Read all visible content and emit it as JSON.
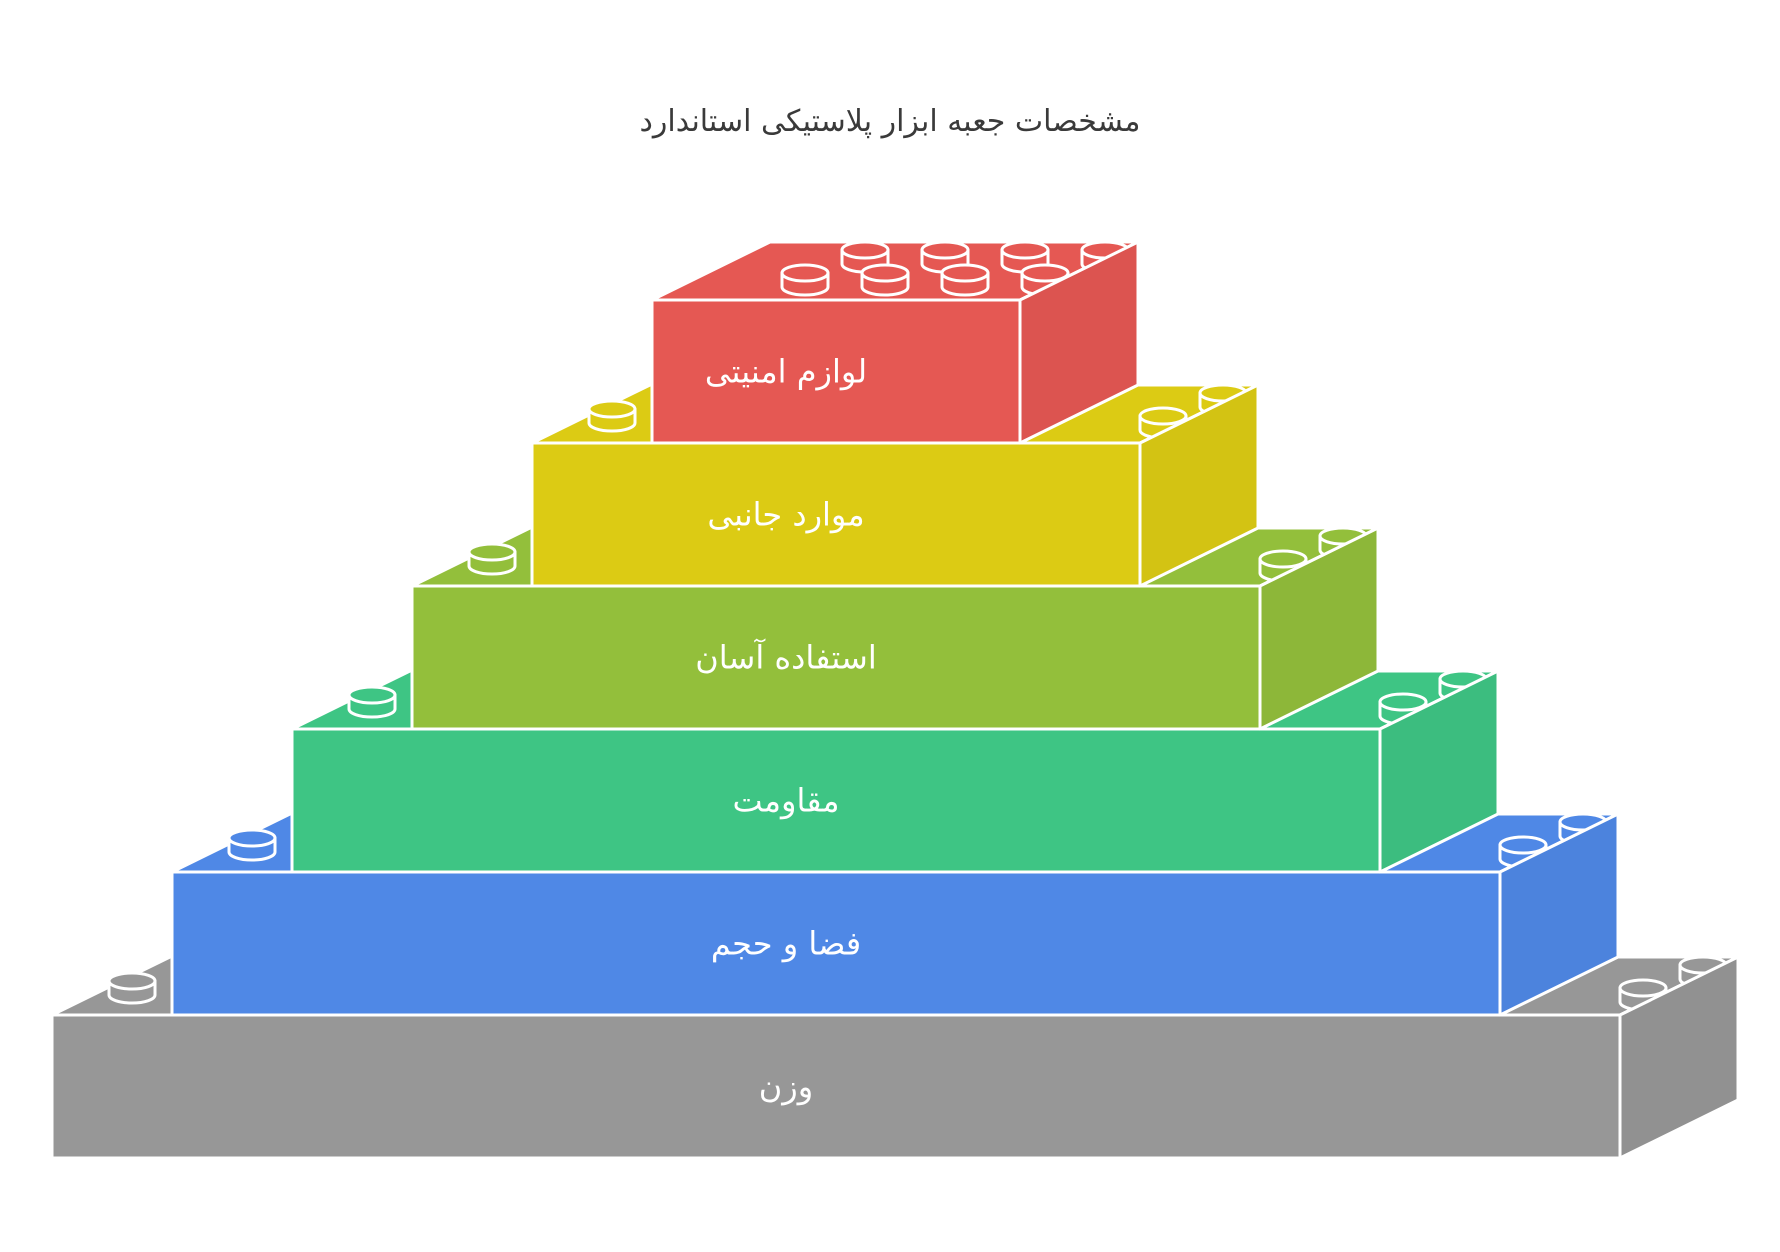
{
  "title": "مشخصات جعبه ابزار پلاستیکی استاندارد",
  "blocks": [
    {
      "label": "لوازم امنیتی",
      "color": "#e55853",
      "studs": "full"
    },
    {
      "label": "موارد جانبی",
      "color": "#dccb14"
    },
    {
      "label": "استفاده آسان",
      "color": "#93bf3b"
    },
    {
      "label": "مقاومت",
      "color": "#3ec584"
    },
    {
      "label": "فضا و حجم",
      "color": "#4f88e6"
    },
    {
      "label": "وزن",
      "color": "#979797"
    }
  ]
}
